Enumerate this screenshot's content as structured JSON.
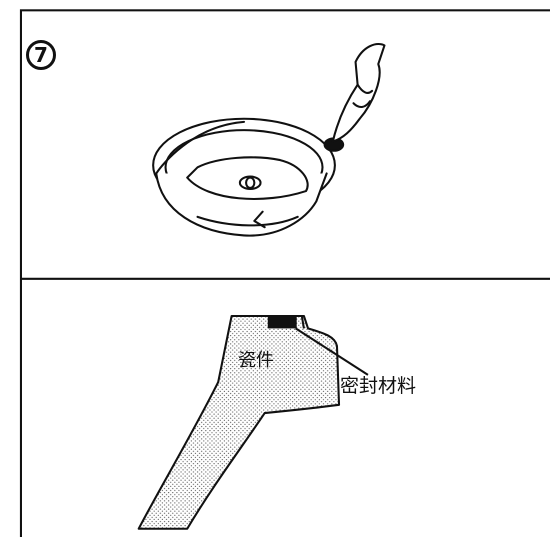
{
  "step_number": "7",
  "labels": {
    "ceramic": "瓷件",
    "sealing_material": "密封材料"
  },
  "colors": {
    "line": "#111111",
    "background": "#ffffff",
    "seal_fill": "#111111"
  }
}
